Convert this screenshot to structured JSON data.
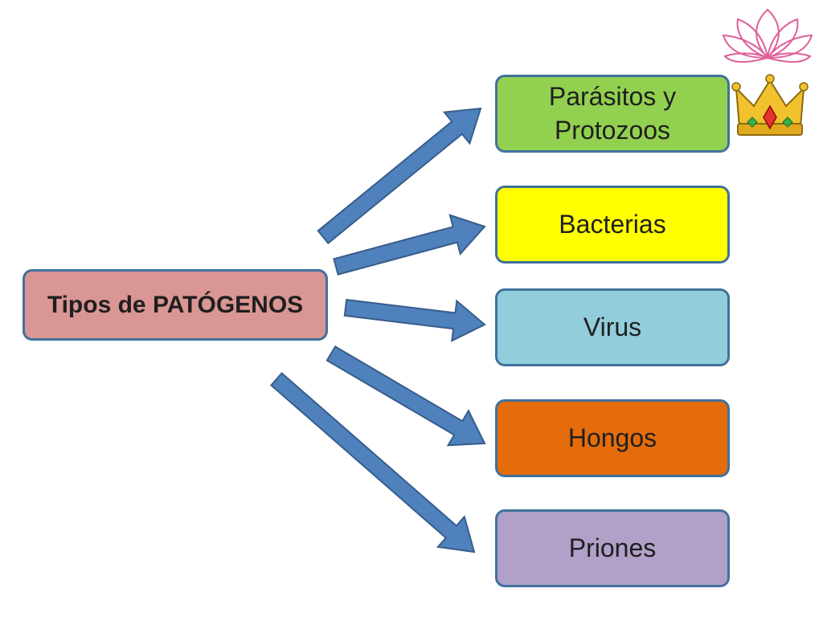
{
  "diagram": {
    "root": {
      "label": "Tipos de PATÓGENOS",
      "fill": "#da9694"
    },
    "children": [
      {
        "label": "Parásitos y\nProtozoos",
        "fill": "#92d050"
      },
      {
        "label": "Bacterias",
        "fill": "#ffff00"
      },
      {
        "label": "Virus",
        "fill": "#92cddc"
      },
      {
        "label": "Hongos",
        "fill": "#e46c0a"
      },
      {
        "label": "Priones",
        "fill": "#b1a0c7"
      }
    ],
    "arrow_color": "#4f81bd",
    "arrow_border": "#385d8a",
    "decorations": [
      "lotus-icon",
      "crown-icon"
    ]
  }
}
